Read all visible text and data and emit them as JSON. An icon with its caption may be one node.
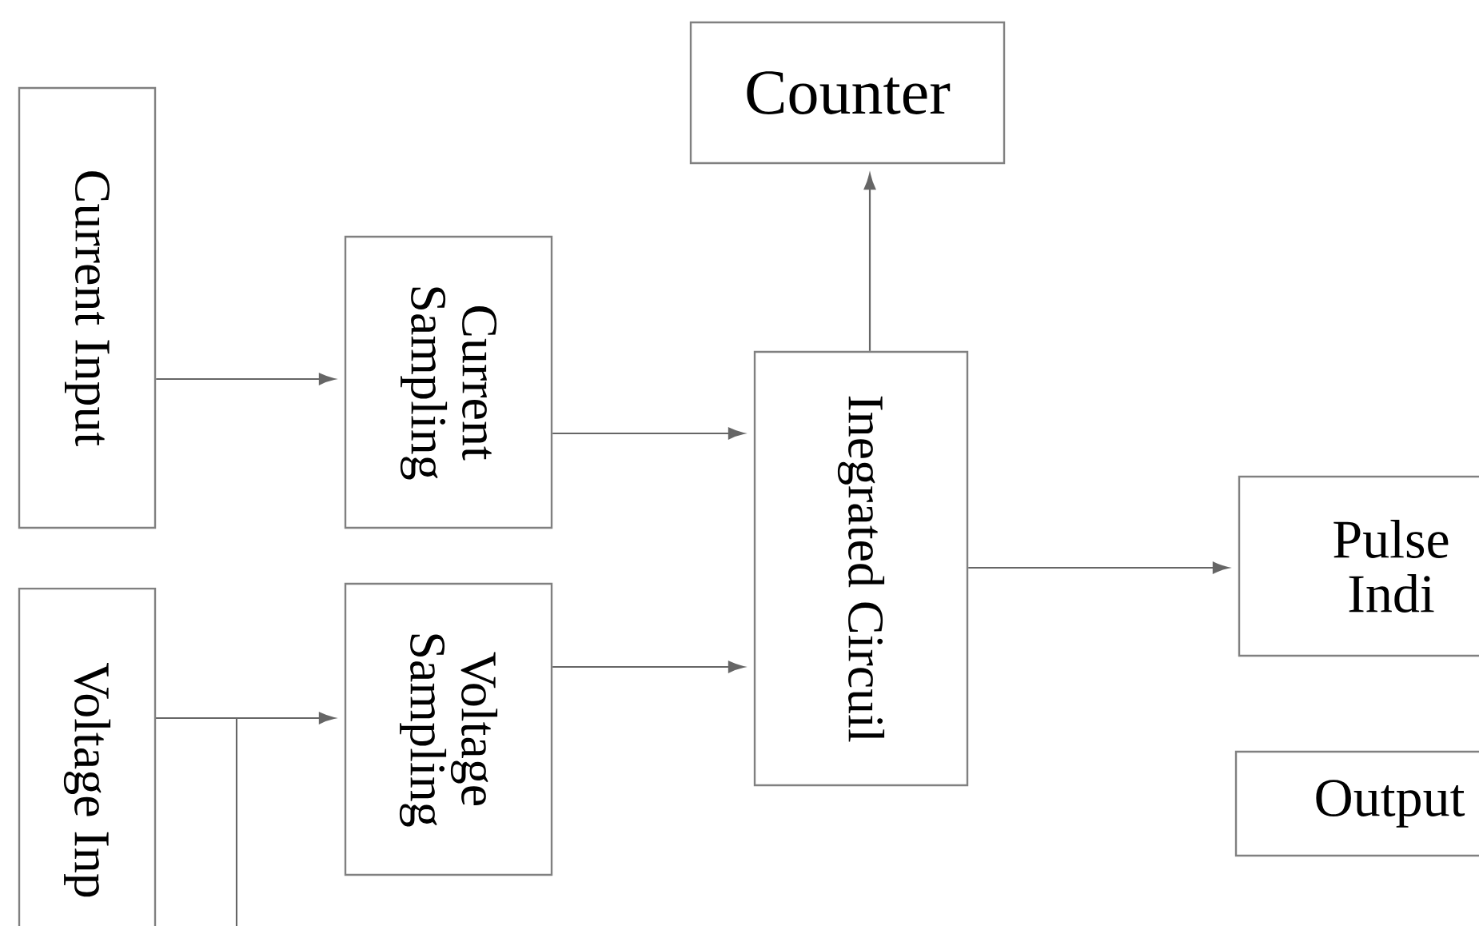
{
  "diagram": {
    "nodes": [
      {
        "text": [
          "Current Input"
        ]
      },
      {
        "text": [
          "Current Sampling"
        ]
      },
      {
        "text": [
          "Voltage Sampling"
        ]
      },
      {
        "text": [
          "Voltage Inp"
        ]
      },
      {
        "text": [
          "Counter"
        ]
      },
      {
        "text": [
          "Inegrated Circuil"
        ]
      },
      {
        "text": [
          "Pulse Indi"
        ]
      },
      {
        "text": [
          "Output"
        ]
      }
    ],
    "edges": [
      {
        "from": 0,
        "to": 1,
        "arrow": "to"
      },
      {
        "from": 1,
        "to": 5,
        "arrow": "to"
      },
      {
        "from": 2,
        "to": 5,
        "arrow": "to"
      },
      {
        "from": 3,
        "to": 2,
        "arrow": "to"
      },
      {
        "from": 5,
        "to": 4,
        "arrow": "to"
      },
      {
        "from": 5,
        "to": 6,
        "arrow": "to"
      },
      {
        "from": 3,
        "to": null,
        "arrow": "none"
      }
    ]
  }
}
